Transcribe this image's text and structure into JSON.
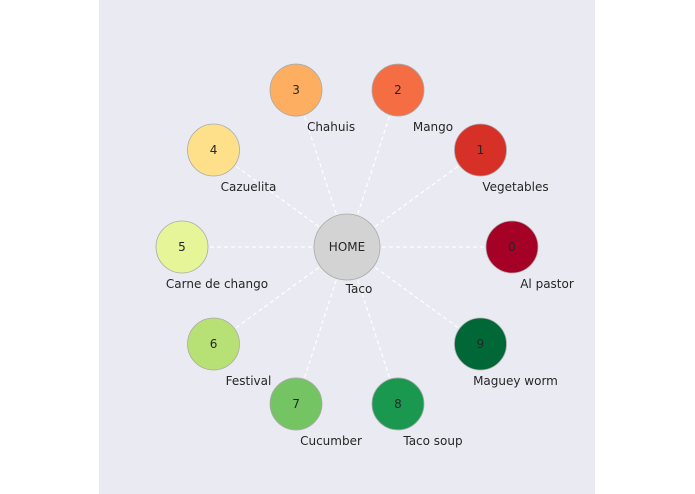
{
  "hub": {
    "label": "HOME",
    "caption": "Taco",
    "color": "#d3d3d3"
  },
  "nodes": [
    {
      "number": "0",
      "label": "Al pastor",
      "color": "#a50026"
    },
    {
      "number": "1",
      "label": "Vegetables",
      "color": "#d73027"
    },
    {
      "number": "2",
      "label": "Mango",
      "color": "#f46d43"
    },
    {
      "number": "3",
      "label": "Chahuis",
      "color": "#fdae61"
    },
    {
      "number": "4",
      "label": "Cazuelita",
      "color": "#fee08b"
    },
    {
      "number": "5",
      "label": "Carne de chango",
      "color": "#e6f598"
    },
    {
      "number": "6",
      "label": "Festival",
      "color": "#b7e075"
    },
    {
      "number": "7",
      "label": "Cucumber",
      "color": "#74c464"
    },
    {
      "number": "8",
      "label": "Taco soup",
      "color": "#1a9850"
    },
    {
      "number": "9",
      "label": "Maguey worm",
      "color": "#006837"
    }
  ]
}
